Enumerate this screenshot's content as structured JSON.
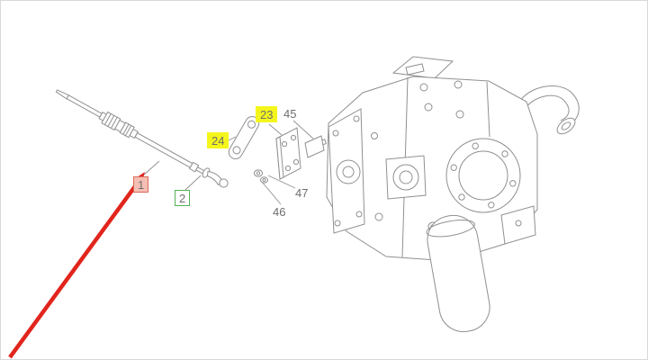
{
  "diagram": {
    "parts": {
      "part1": {
        "label": "1",
        "highlight": "red"
      },
      "part2": {
        "label": "2",
        "highlight": "green"
      },
      "part23": {
        "label": "23",
        "highlight": "yellow"
      },
      "part24": {
        "label": "24",
        "highlight": "yellow"
      },
      "part45": {
        "label": "45",
        "highlight": "none"
      },
      "part46": {
        "label": "46",
        "highlight": "none"
      },
      "part47": {
        "label": "47",
        "highlight": "none"
      }
    },
    "colors": {
      "arrow-red": "#e1251c",
      "callout-red-bg": "#f5beb4",
      "callout-red-border": "#d96a5a",
      "callout-green-border": "#55b35a",
      "callout-yellow-bg": "#f4f61b",
      "line-gray": "#909090",
      "label-text": "#6e6e6e"
    }
  }
}
